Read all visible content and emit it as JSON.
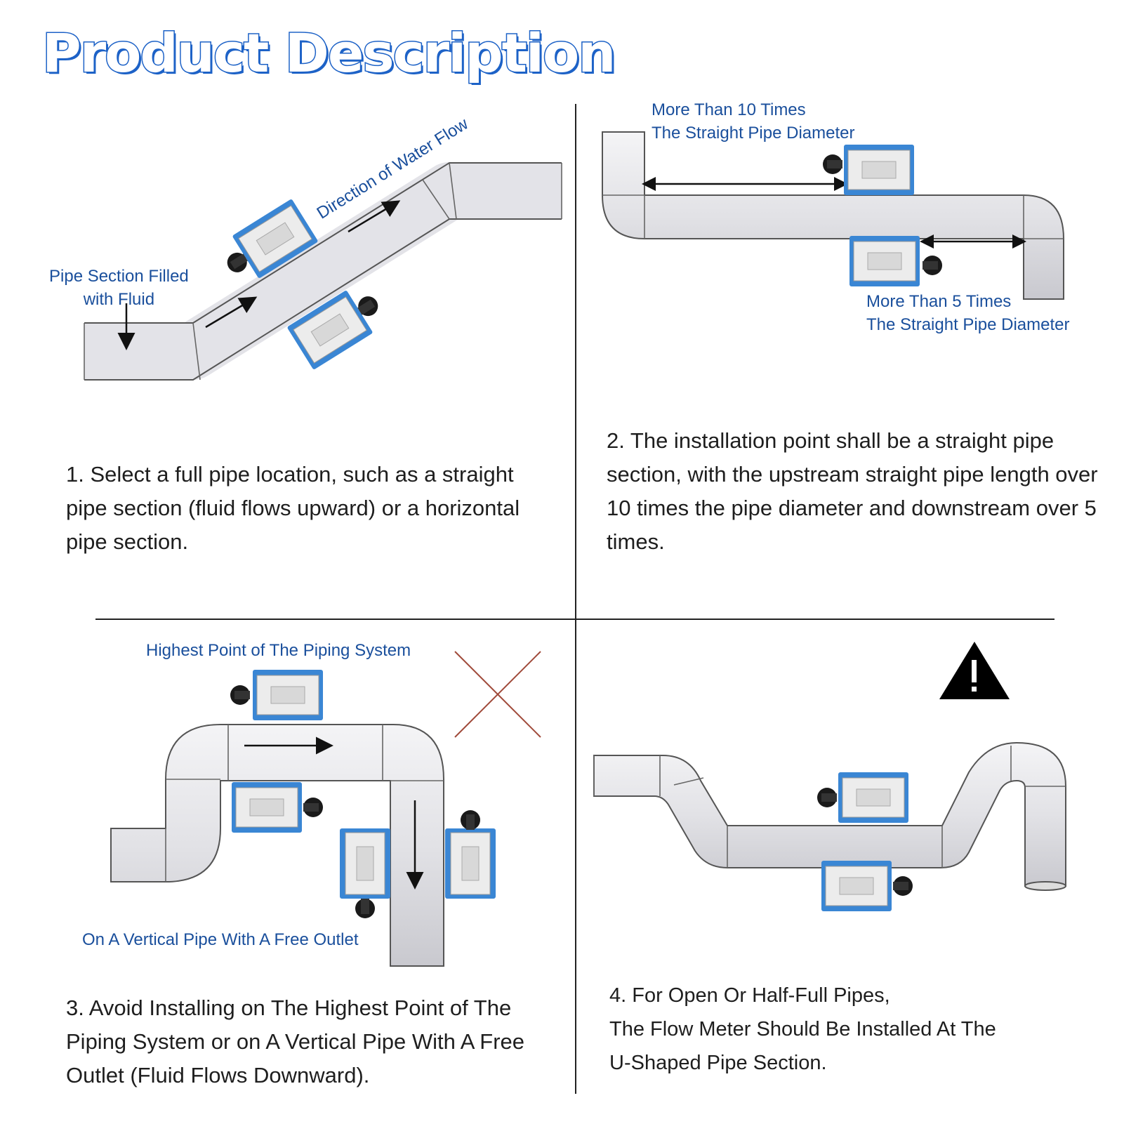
{
  "title": "Product Description",
  "panel1": {
    "label_fluid": [
      "Pipe Section Filled",
      "with Fluid"
    ],
    "label_flow": "Direction of Water Flow",
    "description": "1. Select a full pipe location, such as a straight pipe section (fluid flows upward) or a horizontal pipe section."
  },
  "panel2": {
    "label_upstream": [
      "More Than 10 Times",
      "The Straight Pipe Diameter"
    ],
    "label_downstream": [
      "More Than 5 Times",
      "The Straight Pipe Diameter"
    ],
    "description": "2. The installation point shall be a straight pipe section, with the upstream straight pipe length over 10 times the pipe diameter and downstream over 5 times."
  },
  "panel3": {
    "label_highest": "Highest Point of The Piping System",
    "label_vertical": "On A Vertical Pipe With A Free Outlet",
    "description": "3. Avoid Installing on The Highest Point of The Piping System or on A Vertical Pipe With A Free Outlet (Fluid Flows Downward)."
  },
  "panel4": {
    "description_lines": [
      "4. For Open Or Half-Full Pipes,",
      "The Flow Meter Should Be Installed At The",
      "U-Shaped Pipe Section."
    ]
  },
  "colors": {
    "title_blue": "#1d62c7",
    "label_blue": "#1a4f9c",
    "sensor_blue": "#3a86d4",
    "cross_red": "#a04a3a"
  },
  "icons": [
    "cross-mark-icon",
    "warning-triangle-icon",
    "flow-arrow-icon",
    "sensor-icon"
  ]
}
